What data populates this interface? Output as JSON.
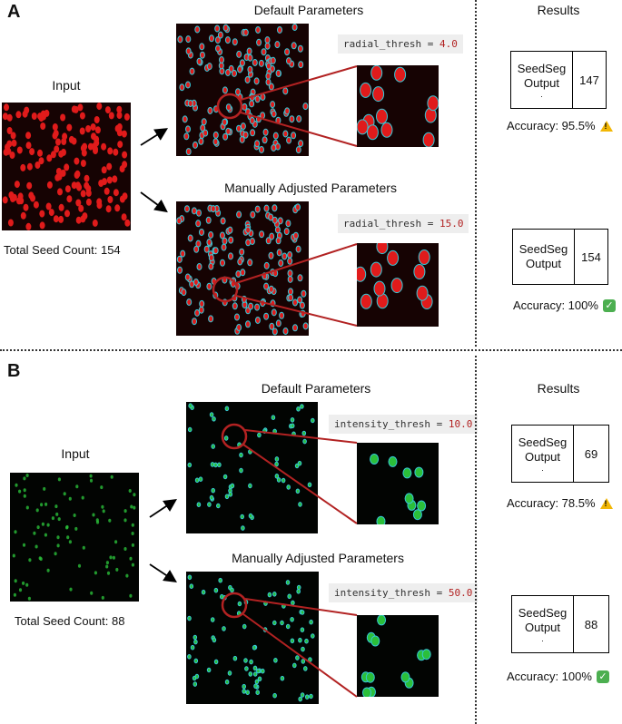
{
  "panel_a": {
    "letter": "A",
    "input_title": "Input",
    "total_count": "Total Seed Count: 154",
    "default_title": "Default Parameters",
    "manual_title": "Manually Adjusted Parameters",
    "results_title": "Results",
    "default_param_name": "radial_thresh = ",
    "default_param_value": "4.0",
    "manual_param_name": "radial_thresh = ",
    "manual_param_value": "15.0",
    "result1": {
      "label_line1": "SeedSeg",
      "label_line2": "Output",
      "label_line3": ".",
      "count": "147",
      "accuracy": "Accuracy: 95.5%"
    },
    "result2": {
      "label_line1": "SeedSeg",
      "label_line2": "Output",
      "count": "154",
      "accuracy": "Accuracy: 100%"
    },
    "seed_color": "#e01b1b",
    "outline_color": "#36c8d8"
  },
  "panel_b": {
    "letter": "B",
    "input_title": "Input",
    "total_count": "Total Seed Count: 88",
    "default_title": "Default Parameters",
    "manual_title": "Manually Adjusted Parameters",
    "results_title": "Results",
    "default_param_name": "intensity_thresh = ",
    "default_param_value": "10.0",
    "manual_param_name": "intensity_thresh = ",
    "manual_param_value": "50.0",
    "result1": {
      "label_line1": "SeedSeg",
      "label_line2": "Output",
      "label_line3": ".",
      "count": "69",
      "accuracy": "Accuracy: 78.5%"
    },
    "result2": {
      "label_line1": "SeedSeg",
      "label_line2": "Output",
      "label_line3": ".",
      "count": "88",
      "accuracy": "Accuracy: 100%"
    },
    "seed_color": "#2bbf3a",
    "outline_color": "#36c8d8"
  },
  "icons": {
    "warning": "warning-icon",
    "success": "check-icon"
  }
}
